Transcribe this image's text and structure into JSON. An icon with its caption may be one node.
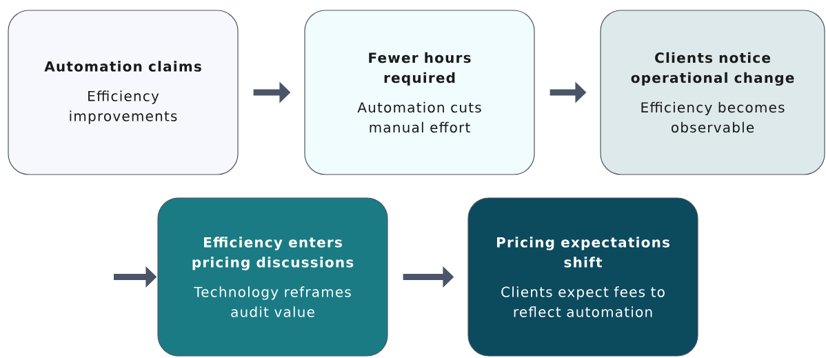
{
  "diagram": {
    "nodes": [
      {
        "text": [
          "Automation claims",
          "Efficiency improvements"
        ]
      },
      {
        "text": [
          "Fewer hours required",
          "Automation cuts manual effort"
        ]
      },
      {
        "text": [
          "Clients notice operational change",
          "Efficiency becomes observable"
        ]
      },
      {
        "text": [
          "Efficiency enters pricing discussions",
          "Technology reframes audit value"
        ]
      },
      {
        "text": [
          "Pricing expectations shift",
          "Clients expect fees to reflect automation"
        ]
      }
    ],
    "edges": [
      {
        "from": 0,
        "to": 1,
        "arrow": "to"
      },
      {
        "from": 1,
        "to": 2,
        "arrow": "to"
      },
      {
        "from": null,
        "to": 3,
        "arrow": "to"
      },
      {
        "from": 3,
        "to": 4,
        "arrow": "to"
      }
    ]
  }
}
